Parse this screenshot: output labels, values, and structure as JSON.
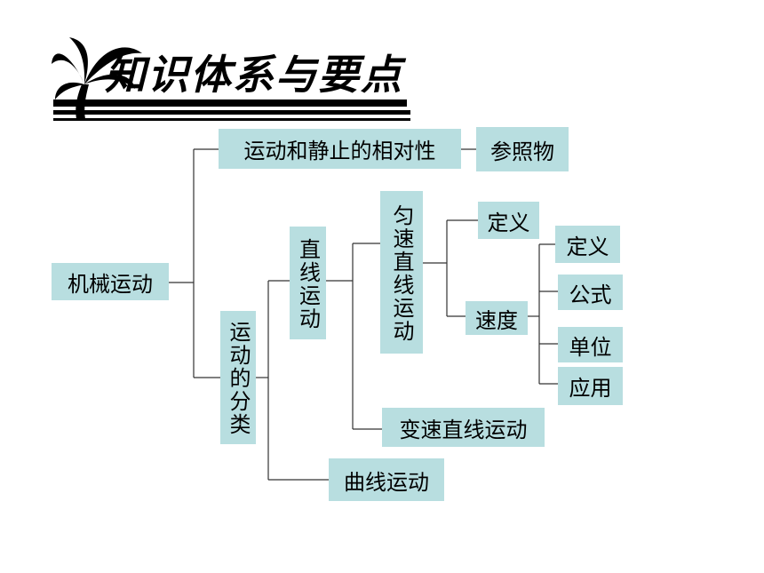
{
  "title": "知识体系与要点",
  "nodes": {
    "root": "机械运动",
    "relativity": "运动和静止的相对性",
    "reference": "参照物",
    "classification": "运动的分类",
    "straight": "直线运动",
    "uniform": "匀速直线运动",
    "definition1": "定义",
    "speed": "速度",
    "definition2": "定义",
    "formula": "公式",
    "unit": "单位",
    "application": "应用",
    "variable": "变速直线运动",
    "curved": "曲线运动"
  }
}
